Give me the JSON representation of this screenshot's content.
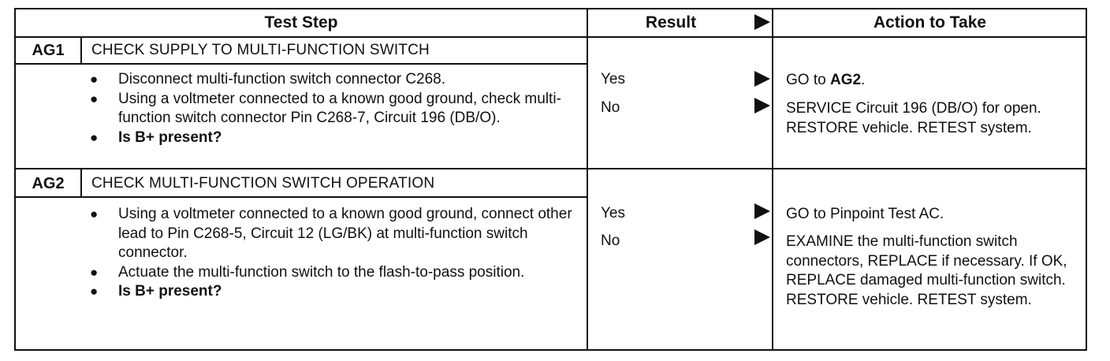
{
  "headers": {
    "test_step": "Test Step",
    "result": "Result",
    "action": "Action to Take"
  },
  "steps": [
    {
      "id": "AG1",
      "title": "CHECK SUPPLY TO MULTI-FUNCTION SWITCH",
      "bullets": [
        "Disconnect multi-function switch connector C268.",
        "Using a voltmeter connected to a known good ground, check multi-function switch connector Pin C268-7, Circuit 196 (DB/O).",
        "Is B+ present?"
      ],
      "results": [
        {
          "label": "Yes",
          "action_prefix": "GO to ",
          "action_bold": "AG2",
          "action_suffix": "."
        },
        {
          "label": "No",
          "action_prefix": "SERVICE Circuit 196 (DB/O) for open. RESTORE vehicle. RETEST system.",
          "action_bold": "",
          "action_suffix": ""
        }
      ]
    },
    {
      "id": "AG2",
      "title": "CHECK MULTI-FUNCTION SWITCH OPERATION",
      "bullets": [
        "Using a voltmeter connected to a known good ground, connect other lead to Pin C268-5, Circuit 12 (LG/BK) at multi-function switch connector.",
        "Actuate the multi-function switch to the flash-to-pass position.",
        "Is B+ present?"
      ],
      "results": [
        {
          "label": "Yes",
          "action_prefix": "GO to Pinpoint Test AC.",
          "action_bold": "",
          "action_suffix": ""
        },
        {
          "label": "No",
          "action_prefix": "EXAMINE the multi-function switch connectors, REPLACE if necessary. If OK, REPLACE damaged multi-function switch. RESTORE vehicle. RETEST system.",
          "action_bold": "",
          "action_suffix": ""
        }
      ]
    }
  ]
}
